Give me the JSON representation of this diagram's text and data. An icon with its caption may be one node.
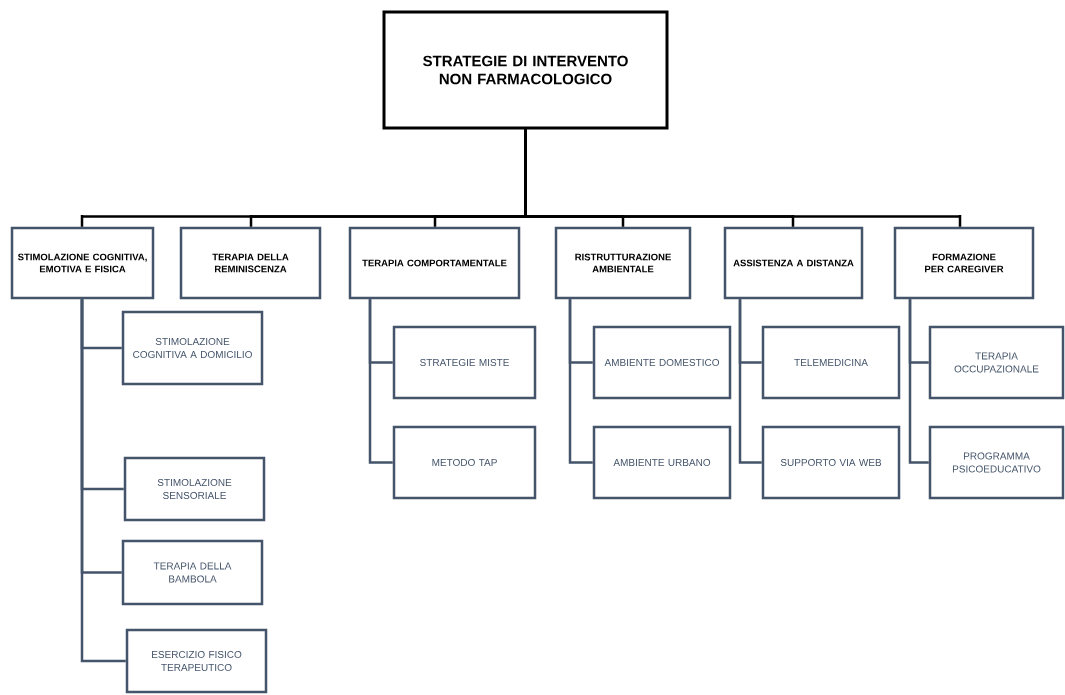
{
  "diagram": {
    "nodes": [
      {
        "text": [
          "STRATEGIE DI INTERVENTO NON FARMACOLOGICO"
        ]
      },
      {
        "text": [
          "STIMOLAZIONE COGNITIVA, EMOTIVA E FISICA"
        ]
      },
      {
        "text": [
          "TERAPIA DELLA REMINISCENZA"
        ]
      },
      {
        "text": [
          "TERAPIA COMPORTAMENTALE"
        ]
      },
      {
        "text": [
          "RISTRUTTURAZIONE AMBIENTALE"
        ]
      },
      {
        "text": [
          "ASSISTENZA A DISTANZA"
        ]
      },
      {
        "text": [
          "FORMAZIONE PER CAREGIVER"
        ]
      },
      {
        "text": [
          "STIMOLAZIONE COGNITIVA A DOMICILIO"
        ]
      },
      {
        "text": [
          "STIMOLAZIONE SENSORIALE"
        ]
      },
      {
        "text": [
          "TERAPIA DELLA BAMBOLA"
        ]
      },
      {
        "text": [
          "ESERCIZIO FISICO TERAPEUTICO"
        ]
      },
      {
        "text": [
          "STRATEGIE MISTE"
        ]
      },
      {
        "text": [
          "METODO TAP"
        ]
      },
      {
        "text": [
          "AMBIENTE DOMESTICO"
        ]
      },
      {
        "text": [
          "AMBIENTE URBANO"
        ]
      },
      {
        "text": [
          "TELEMEDICINA"
        ]
      },
      {
        "text": [
          "SUPPORTO VIA WEB"
        ]
      },
      {
        "text": [
          "TERAPIA OCCUPAZIONALE"
        ]
      },
      {
        "text": [
          "PROGRAMMA PSICOEDUCATIVO"
        ]
      }
    ],
    "edges": [
      {
        "from": 0,
        "to": 1,
        "arrow": "none",
        "color": "#000000"
      },
      {
        "from": 0,
        "to": 2,
        "arrow": "none",
        "color": "#000000"
      },
      {
        "from": 0,
        "to": 3,
        "arrow": "none",
        "color": "#000000"
      },
      {
        "from": 0,
        "to": 4,
        "arrow": "none",
        "color": "#000000"
      },
      {
        "from": 0,
        "to": 5,
        "arrow": "none",
        "color": "#000000"
      },
      {
        "from": 0,
        "to": 6,
        "arrow": "none",
        "color": "#000000"
      },
      {
        "from": 1,
        "to": 7,
        "arrow": "none"
      },
      {
        "from": 1,
        "to": 8,
        "arrow": "none"
      },
      {
        "from": 1,
        "to": 9,
        "arrow": "none"
      },
      {
        "from": 1,
        "to": 10,
        "arrow": "none"
      },
      {
        "from": 3,
        "to": 11,
        "arrow": "none"
      },
      {
        "from": 3,
        "to": 12,
        "arrow": "none"
      },
      {
        "from": 4,
        "to": 13,
        "arrow": "none"
      },
      {
        "from": 4,
        "to": 14,
        "arrow": "none"
      },
      {
        "from": 5,
        "to": 15,
        "arrow": "none"
      },
      {
        "from": 5,
        "to": 16,
        "arrow": "none"
      },
      {
        "from": 6,
        "to": 17,
        "arrow": "none"
      },
      {
        "from": 6,
        "to": 18,
        "arrow": "none"
      }
    ]
  }
}
